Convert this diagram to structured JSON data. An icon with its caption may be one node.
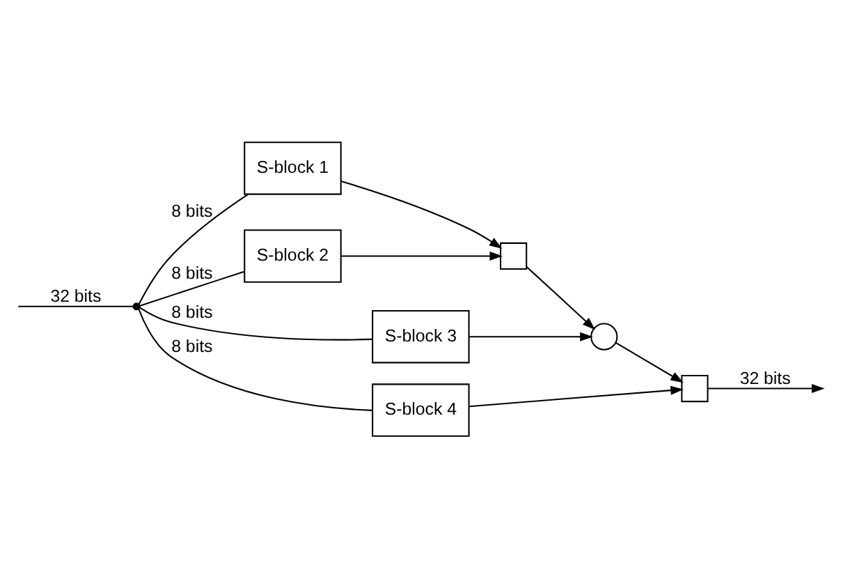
{
  "diagram": {
    "nodes": [
      {
        "text": [],
        "shape": "point"
      },
      {
        "text": [
          "S-block 1"
        ]
      },
      {
        "text": [
          "S-block 2"
        ]
      },
      {
        "text": [
          "S-block 3"
        ]
      },
      {
        "text": [
          "S-block 4"
        ]
      },
      {
        "text": [],
        "shape": "box"
      },
      {
        "text": [],
        "shape": "circle"
      },
      {
        "text": [],
        "shape": "box"
      }
    ],
    "edges": [
      {
        "from": null,
        "to": 0,
        "arrow": "none",
        "label": "32 bits"
      },
      {
        "from": 0,
        "to": 1,
        "arrow": "none",
        "label": "8 bits"
      },
      {
        "from": 0,
        "to": 2,
        "arrow": "none",
        "label": "8 bits"
      },
      {
        "from": 0,
        "to": 3,
        "arrow": "none",
        "label": "8 bits"
      },
      {
        "from": 0,
        "to": 4,
        "arrow": "none",
        "label": "8 bits"
      },
      {
        "from": 1,
        "to": 5,
        "arrow": "to"
      },
      {
        "from": 2,
        "to": 5,
        "arrow": "to"
      },
      {
        "from": 5,
        "to": 6,
        "arrow": "to"
      },
      {
        "from": 3,
        "to": 6,
        "arrow": "to"
      },
      {
        "from": 6,
        "to": 7,
        "arrow": "to"
      },
      {
        "from": 4,
        "to": 7,
        "arrow": "to"
      },
      {
        "from": 7,
        "to": null,
        "arrow": "to",
        "label": "32 bits"
      }
    ]
  }
}
